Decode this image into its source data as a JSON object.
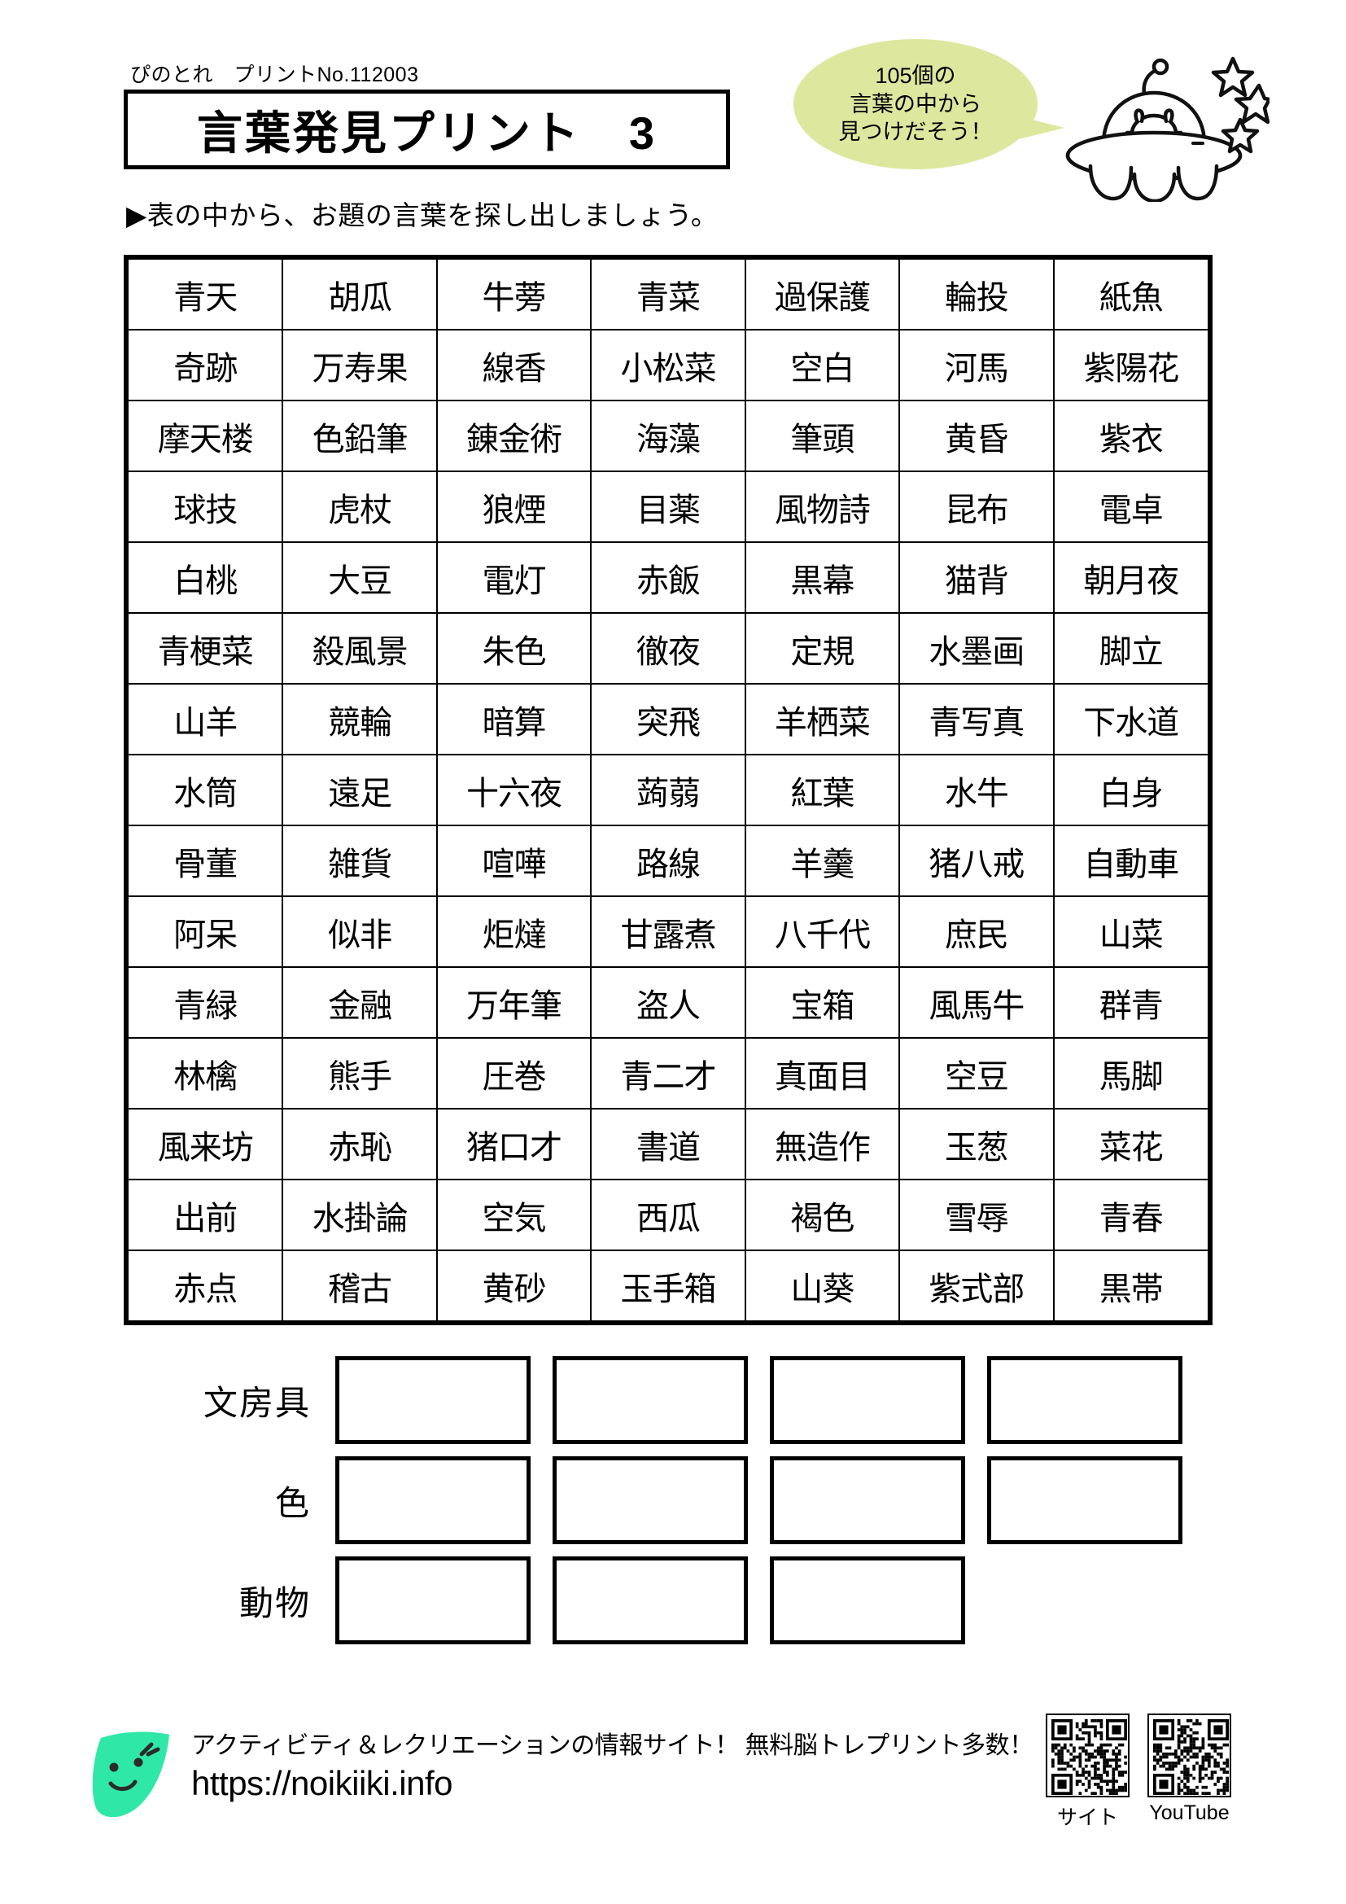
{
  "header": {
    "print_number": "ぴのとれ　プリントNo.112003",
    "title": "言葉発見プリント　3",
    "bubble_lines": [
      "105個の",
      "言葉の中から",
      "見つけだそう！"
    ],
    "bubble_color": "#dde79e"
  },
  "instruction": "▶表の中から、お題の言葉を探し出しましょう。",
  "grid": {
    "columns": 7,
    "rows": 15,
    "total_words": 105,
    "cells": [
      [
        "青天",
        "胡瓜",
        "牛蒡",
        "青菜",
        "過保護",
        "輪投",
        "紙魚"
      ],
      [
        "奇跡",
        "万寿果",
        "線香",
        "小松菜",
        "空白",
        "河馬",
        "紫陽花"
      ],
      [
        "摩天楼",
        "色鉛筆",
        "錬金術",
        "海藻",
        "筆頭",
        "黄昏",
        "紫衣"
      ],
      [
        "球技",
        "虎杖",
        "狼煙",
        "目薬",
        "風物詩",
        "昆布",
        "電卓"
      ],
      [
        "白桃",
        "大豆",
        "電灯",
        "赤飯",
        "黒幕",
        "猫背",
        "朝月夜"
      ],
      [
        "青梗菜",
        "殺風景",
        "朱色",
        "徹夜",
        "定規",
        "水墨画",
        "脚立"
      ],
      [
        "山羊",
        "競輪",
        "暗算",
        "突飛",
        "羊栖菜",
        "青写真",
        "下水道"
      ],
      [
        "水筒",
        "遠足",
        "十六夜",
        "蒟蒻",
        "紅葉",
        "水牛",
        "白身"
      ],
      [
        "骨董",
        "雑貨",
        "喧嘩",
        "路線",
        "羊羹",
        "猪八戒",
        "自動車"
      ],
      [
        "阿呆",
        "似非",
        "炬燵",
        "甘露煮",
        "八千代",
        "庶民",
        "山菜"
      ],
      [
        "青緑",
        "金融",
        "万年筆",
        "盗人",
        "宝箱",
        "風馬牛",
        "群青"
      ],
      [
        "林檎",
        "熊手",
        "圧巻",
        "青二才",
        "真面目",
        "空豆",
        "馬脚"
      ],
      [
        "風来坊",
        "赤恥",
        "猪口才",
        "書道",
        "無造作",
        "玉葱",
        "菜花"
      ],
      [
        "出前",
        "水掛論",
        "空気",
        "西瓜",
        "褐色",
        "雪辱",
        "青春"
      ],
      [
        "赤点",
        "稽古",
        "黄砂",
        "玉手箱",
        "山葵",
        "紫式部",
        "黒帯"
      ]
    ]
  },
  "answers": [
    {
      "label": "文房具",
      "box_count": 4,
      "values": [
        "",
        "",
        "",
        ""
      ]
    },
    {
      "label": "色",
      "box_count": 4,
      "values": [
        "",
        "",
        "",
        ""
      ]
    },
    {
      "label": "動物",
      "box_count": 3,
      "values": [
        "",
        "",
        ""
      ]
    }
  ],
  "footer": {
    "tagline": "アクティビティ＆レクリエーションの情報サイト！ 無料脳トレプリント多数！",
    "url": "https://noikiiki.info",
    "logo_color": "#2fe8a8",
    "qr_codes": [
      {
        "label": "サイト"
      },
      {
        "label": "YouTube"
      }
    ]
  }
}
